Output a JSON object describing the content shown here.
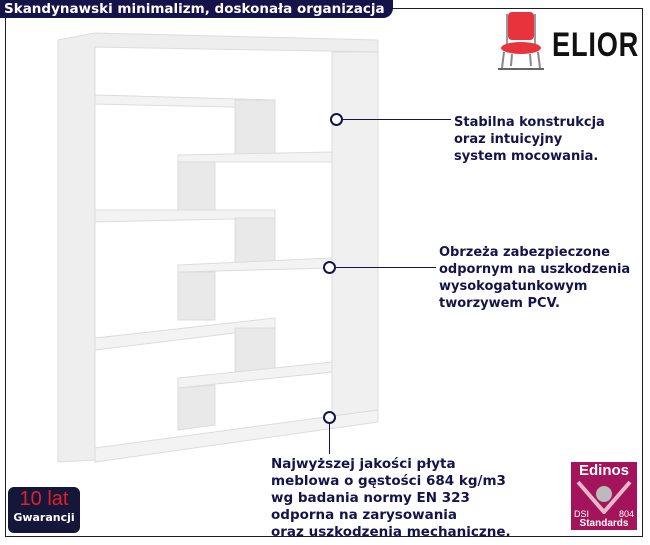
{
  "header": {
    "title": "Skandynawski minimalizm, doskonała organizacja"
  },
  "brand": {
    "name": "ELIOR",
    "icon": "chair-icon",
    "color": "#e8333d"
  },
  "features": [
    {
      "text": "Stabilna konstrukcja\noraz intuicyjny\nsystem mocowania."
    },
    {
      "text": "Obrzeża zabezpieczone\nodpornym na uszkodzenia\nwysokogatunkowym\ntworzywem PCV."
    },
    {
      "text": "Najwyższej jakości płyta\nmeblowa o gęstości 684 kg/m3\nwg badania normy EN 323\nodporna na zarysowania\noraz uszkodzenia mechaniczne."
    }
  ],
  "warranty": {
    "years": "10 lat",
    "label": "Gwarancji"
  },
  "certificate": {
    "brand": "Edinos",
    "left": "DSI",
    "right": "804",
    "label": "Standards"
  }
}
